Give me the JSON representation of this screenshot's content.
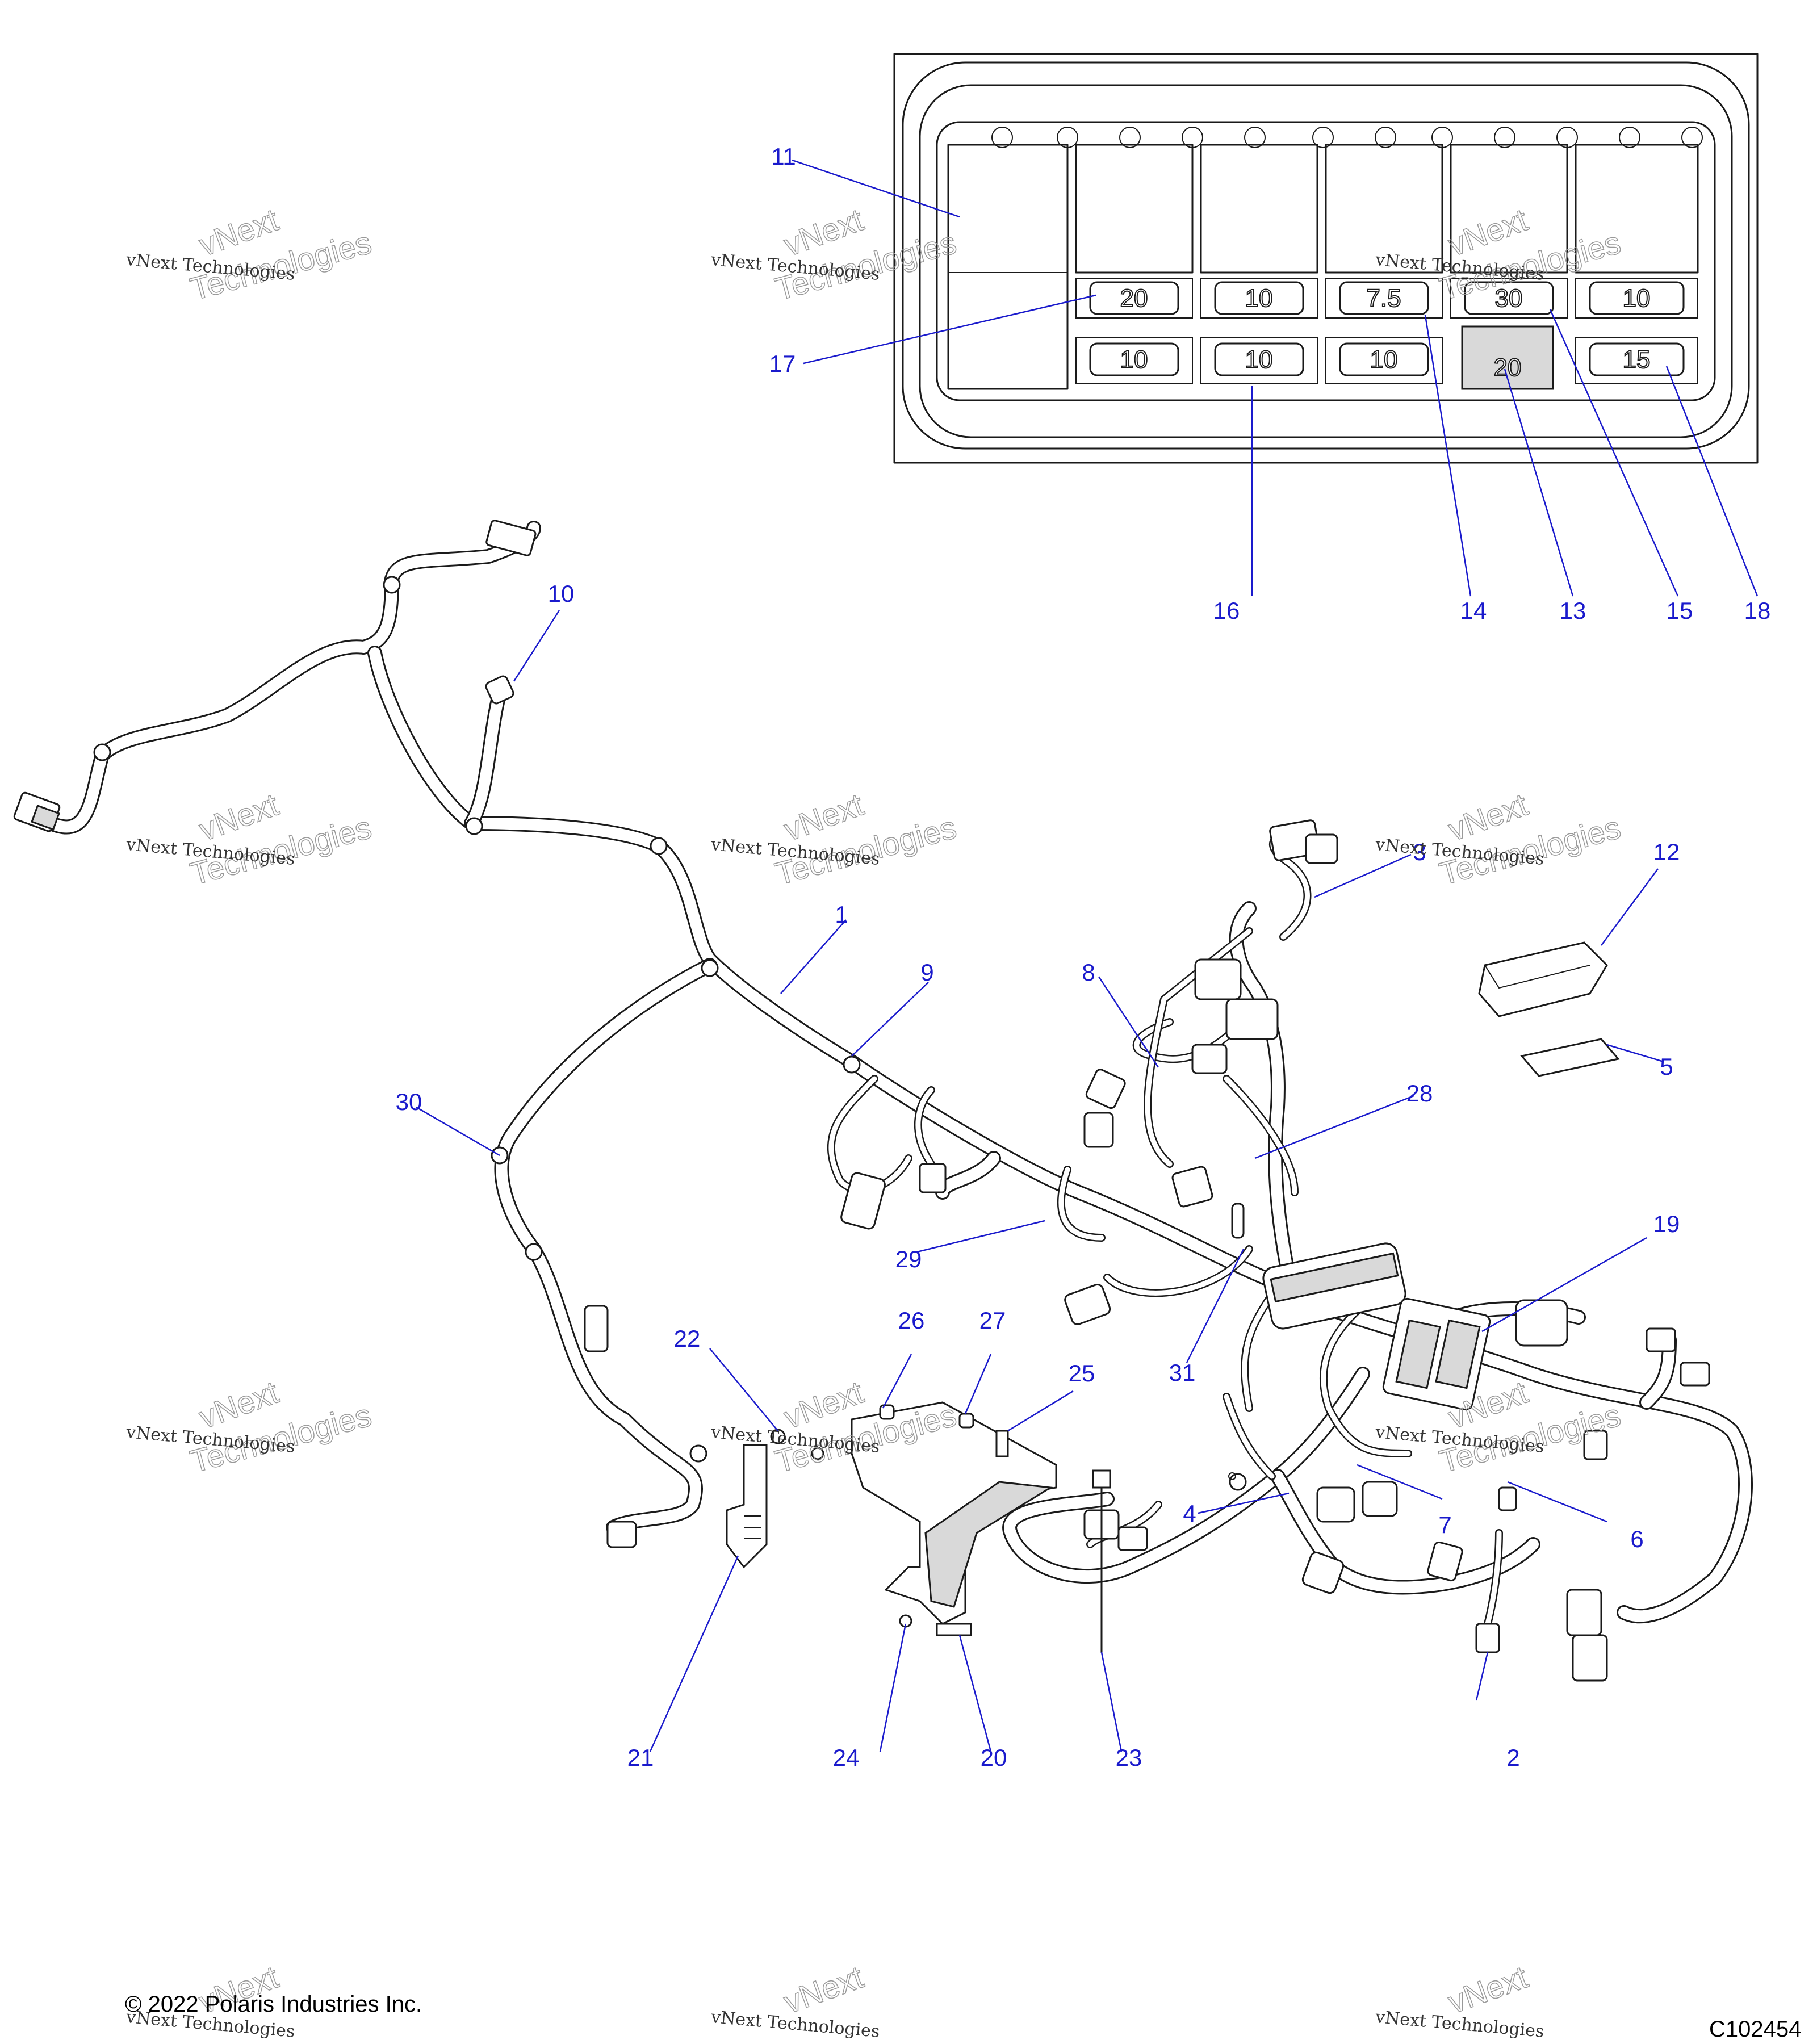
{
  "copyright": "© 2022 Polaris Industries Inc.",
  "figure_id": "C102454",
  "watermark": {
    "line1": "vNext Technologies",
    "line2": "vNext",
    "line3": "Technologies"
  },
  "fuse_box": {
    "row1": [
      "20",
      "10",
      "7.5",
      "30",
      "10"
    ],
    "row2": [
      "10",
      "10",
      "10",
      "20",
      "15"
    ]
  },
  "callouts": {
    "c1": "1",
    "c2": "2",
    "c3": "3",
    "c4": "4",
    "c5": "5",
    "c6": "6",
    "c7": "7",
    "c8": "8",
    "c9": "9",
    "c10": "10",
    "c11": "11",
    "c12": "12",
    "c13": "13",
    "c14": "14",
    "c15": "15",
    "c16": "16",
    "c17": "17",
    "c18": "18",
    "c19": "19",
    "c20": "20",
    "c21": "21",
    "c22": "22",
    "c23": "23",
    "c24": "24",
    "c25": "25",
    "c26": "26",
    "c27": "27",
    "c28": "28",
    "c29": "29",
    "c30": "30",
    "c31": "31"
  }
}
